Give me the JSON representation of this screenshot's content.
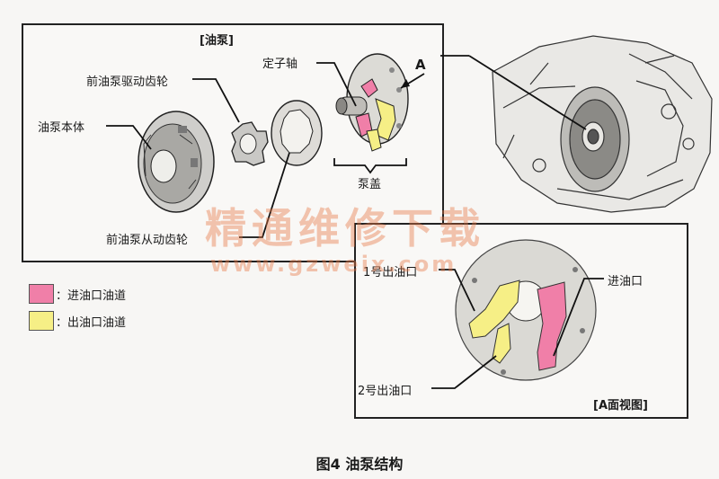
{
  "diagram": {
    "panel_title": "[油泵]",
    "labels": {
      "stator_shaft": "定子轴",
      "arrow_a": "A",
      "drive_gear": "前油泵驱动齿轮",
      "pump_body": "油泵本体",
      "pump_cover": "泵盖",
      "driven_gear": "前油泵从动齿轮",
      "outlet_1": "1号出油口",
      "inlet": "进油口",
      "outlet_2": "2号出油口",
      "a_view_title": "[A面视图]"
    },
    "legend": [
      {
        "color": "#f07fa8",
        "text": "：进油口油道"
      },
      {
        "color": "#f6ef86",
        "text": "：出油口油道"
      }
    ],
    "caption": "图4  油泵结构",
    "watermark": {
      "cn": "精通维修下载",
      "url": "www.gzweix.com"
    },
    "colors": {
      "inlet": "#f07fa8",
      "outlet": "#f6ef86",
      "line": "#1a1a1a"
    }
  }
}
